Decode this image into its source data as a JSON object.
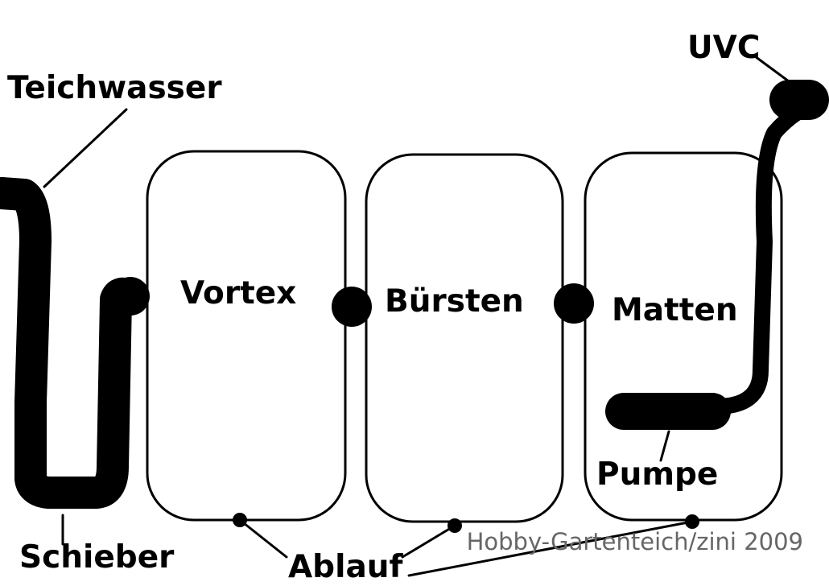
{
  "diagram": {
    "labels": {
      "teichwasser": "Teichwasser",
      "uvc": "UVC",
      "vortex": "Vortex",
      "buersten": "Bürsten",
      "matten": "Matten",
      "pumpe": "Pumpe",
      "schieber": "Schieber",
      "ablauf": "Ablauf"
    },
    "credit": "Hobby-Gartenteich/zini 2009",
    "colors": {
      "ink": "#000000",
      "background": "#ffffff",
      "credit": "#666666"
    }
  }
}
